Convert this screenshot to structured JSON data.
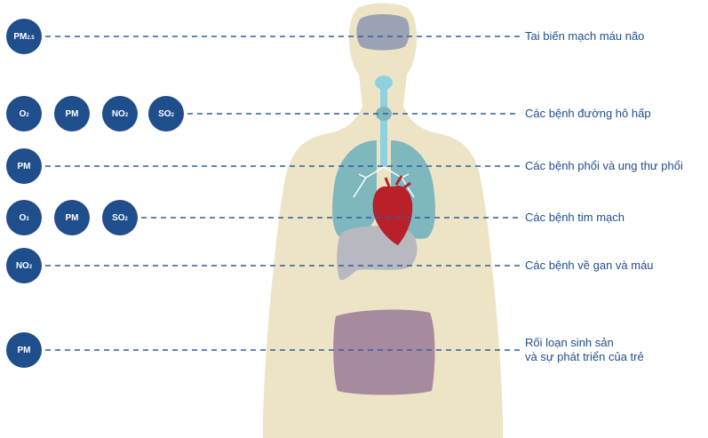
{
  "rows": [
    {
      "pollutants": [
        {
          "base": "PM",
          "sub": "2.5"
        }
      ],
      "effect": [
        "Tai biến mạch máu não"
      ]
    },
    {
      "pollutants": [
        {
          "base": "O",
          "sub": "2"
        },
        {
          "base": "PM",
          "sub": ""
        },
        {
          "base": "NO",
          "sub": "2"
        },
        {
          "base": "SO",
          "sub": "2"
        }
      ],
      "effect": [
        "Các bệnh đường hô hấp"
      ]
    },
    {
      "pollutants": [
        {
          "base": "PM",
          "sub": ""
        }
      ],
      "effect": [
        "Các bệnh phổi và ung thư phổi"
      ]
    },
    {
      "pollutants": [
        {
          "base": "O",
          "sub": "3"
        },
        {
          "base": "PM",
          "sub": ""
        },
        {
          "base": "SO",
          "sub": "2"
        }
      ],
      "effect": [
        "Các bệnh tim mạch"
      ]
    },
    {
      "pollutants": [
        {
          "base": "NO",
          "sub": "2"
        }
      ],
      "effect": [
        "Các bệnh về gan và máu"
      ]
    },
    {
      "pollutants": [
        {
          "base": "PM",
          "sub": ""
        }
      ],
      "effect": [
        "Rối loạn sinh sản",
        "và sự phát triển của trẻ"
      ]
    }
  ],
  "colors": {
    "pollutant_fill": "#1f4e8c",
    "line": "#2c5f9e",
    "body": "#ede4c6",
    "brain": "#9aa2b3",
    "lungs": "#7fb7bf",
    "trachea": "#8ed2df",
    "heart": "#b8202a",
    "liver": "#b8b8c0",
    "intestine": "#a88a9f"
  }
}
